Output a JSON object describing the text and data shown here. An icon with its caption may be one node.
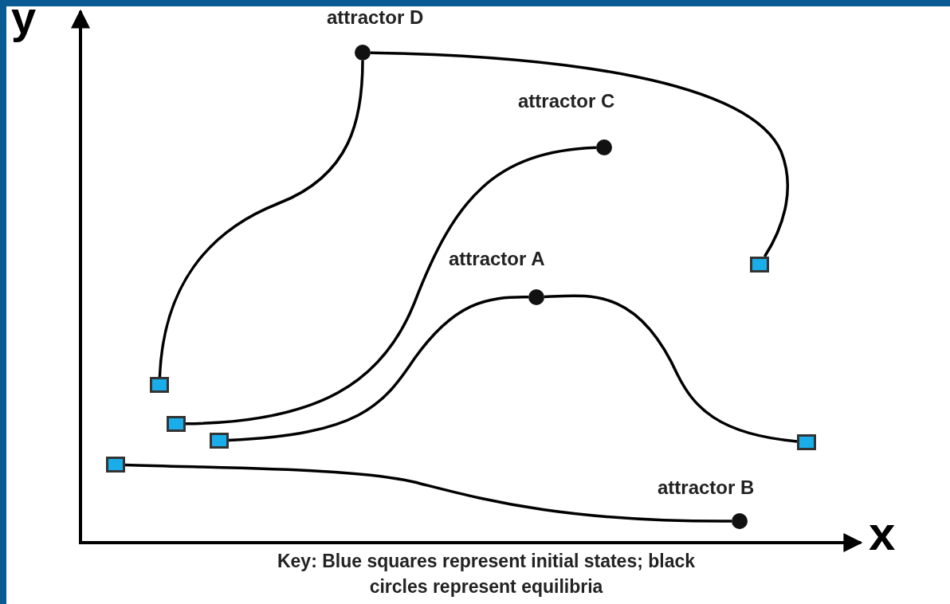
{
  "diagram": {
    "caption": "Key: Blue squares represent initial states; black circles represent equilibria",
    "nodes": [
      {
        "text": [],
        "shape": "circle",
        "beside": [
          "attractor D"
        ]
      },
      {
        "text": [],
        "shape": "circle",
        "beside": [
          "attractor C"
        ]
      },
      {
        "text": [],
        "shape": "circle",
        "beside": [
          "attractor A"
        ]
      },
      {
        "text": [],
        "shape": "circle",
        "beside": [
          "attractor B"
        ]
      },
      {
        "text": [],
        "shape": "box"
      },
      {
        "text": [],
        "shape": "box"
      },
      {
        "text": [],
        "shape": "box"
      },
      {
        "text": [],
        "shape": "box"
      },
      {
        "text": [],
        "shape": "box"
      },
      {
        "text": [],
        "shape": "box"
      }
    ],
    "edges": [
      {
        "from": 4,
        "to": 3,
        "arrow": "none"
      },
      {
        "from": 5,
        "to": 0,
        "arrow": "none"
      },
      {
        "from": 6,
        "to": 1,
        "arrow": "none"
      },
      {
        "from": 7,
        "to": 2,
        "arrow": "none"
      },
      {
        "from": 8,
        "to": 0,
        "arrow": "none"
      },
      {
        "from": 9,
        "to": 2,
        "arrow": "none"
      }
    ],
    "labels": [
      "y",
      "x"
    ]
  }
}
